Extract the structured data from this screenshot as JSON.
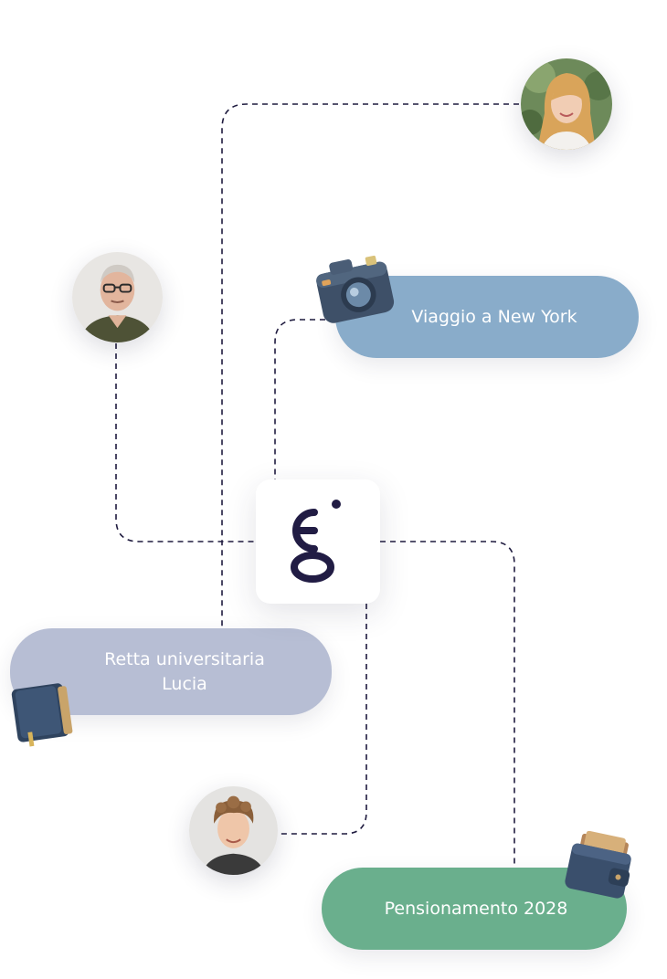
{
  "goals": {
    "travel": "Viaggio a New York",
    "university": "Retta universitaria\nLucia",
    "pension": "Pensionamento 2028"
  },
  "colors": {
    "travel": "#89acca",
    "university": "#b7bed4",
    "pension": "#6aaf8d",
    "line": "#1f1b3f",
    "logo": "#211c44"
  },
  "icons": [
    "camera-icon",
    "book-icon",
    "wallet-icon",
    "go-logo"
  ],
  "people": [
    "woman-avatar",
    "man-avatar",
    "teen-avatar"
  ]
}
